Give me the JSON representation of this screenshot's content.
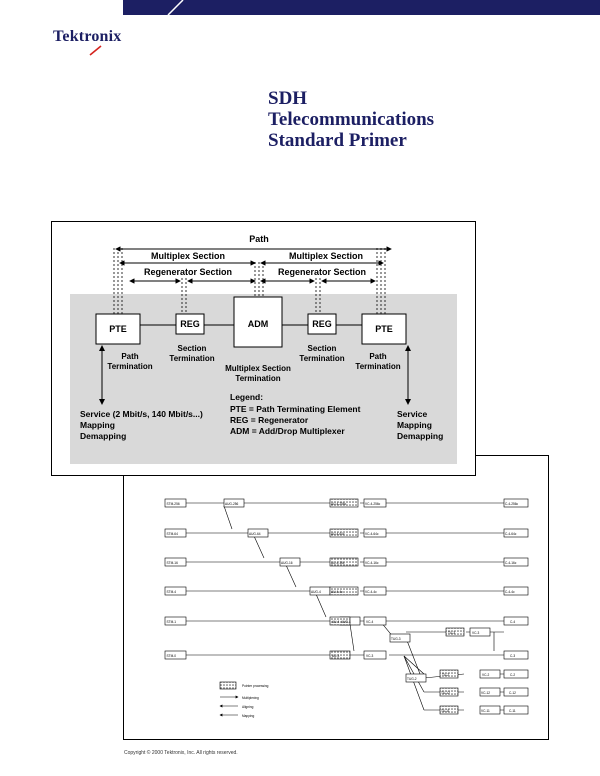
{
  "header": {
    "logo_text": "Tektronix"
  },
  "title": {
    "line1": "SDH",
    "line2": "Telecommunications",
    "line3": "Standard Primer"
  },
  "diagram1": {
    "path_label": "Path",
    "multiplex_section_left": "Multiplex Section",
    "multiplex_section_right": "Multiplex Section",
    "regen_section_left": "Regenerator Section",
    "regen_section_right": "Regenerator Section",
    "pte_left": "PTE",
    "reg_left": "REG",
    "adm": "ADM",
    "reg_right": "REG",
    "pte_right": "PTE",
    "section_termination_left_1": "Section",
    "section_termination_left_2": "Termination",
    "path_termination_left_1": "Path",
    "path_termination_left_2": "Termination",
    "ms_termination_1": "Multiplex Section",
    "ms_termination_2": "Termination",
    "section_termination_right_1": "Section",
    "section_termination_right_2": "Termination",
    "path_termination_right_1": "Path",
    "path_termination_right_2": "Termination",
    "legend_title": "Legend:",
    "legend_pte": "PTE =  Path Terminating Element",
    "legend_reg": "REG = Regenerator",
    "legend_adm": "ADM = Add/Drop Multiplexer",
    "service_left_1": "Service (2 Mbit/s, 140 Mbit/s...)",
    "service_left_2": "Mapping",
    "service_left_3": "Demapping",
    "service_right_1": "Service",
    "service_right_2": "Mapping",
    "service_right_3": "Demapping"
  },
  "diagram2": {
    "stm_labels": [
      "STM-256",
      "STM-64",
      "STM-16",
      "STM-4",
      "STM-1",
      "STM-0"
    ],
    "aug_labels": [
      "AUG-256",
      "AUG-64",
      "AUG-16",
      "AUG-4",
      "AUG-1"
    ],
    "au_labels": [
      "AU-4-256c",
      "AU-4-64c",
      "AU-4-16c",
      "AU-4-4c",
      "AU-4",
      "AU-3"
    ],
    "vc_labels": [
      "VC-4-256c",
      "VC-4-64c",
      "VC-4-16c",
      "VC-4-4c",
      "VC-4",
      "VC-3"
    ],
    "c_labels": [
      "C-4-256c",
      "C-4-64c",
      "C-4-16c",
      "C-4-4c",
      "C-4",
      "C-3",
      "C-2",
      "C-12",
      "C-11"
    ],
    "tug3": "TUG-3",
    "tug2": "TUG-2",
    "tu3": "TU-3",
    "vc3b": "VC-3",
    "tu2": "TU-2",
    "tu12": "TU-12",
    "tu11": "TU-11",
    "vc2": "VC-2",
    "vc12": "VC-12",
    "vc11": "VC-11",
    "legend_pointer": "Pointer processing",
    "legend_mux": "Multiplexing",
    "legend_align": "Aligning",
    "legend_map": "Mapping"
  },
  "footer": {
    "copyright": "Copyright © 2000 Tektronix, Inc. All rights reserved."
  }
}
